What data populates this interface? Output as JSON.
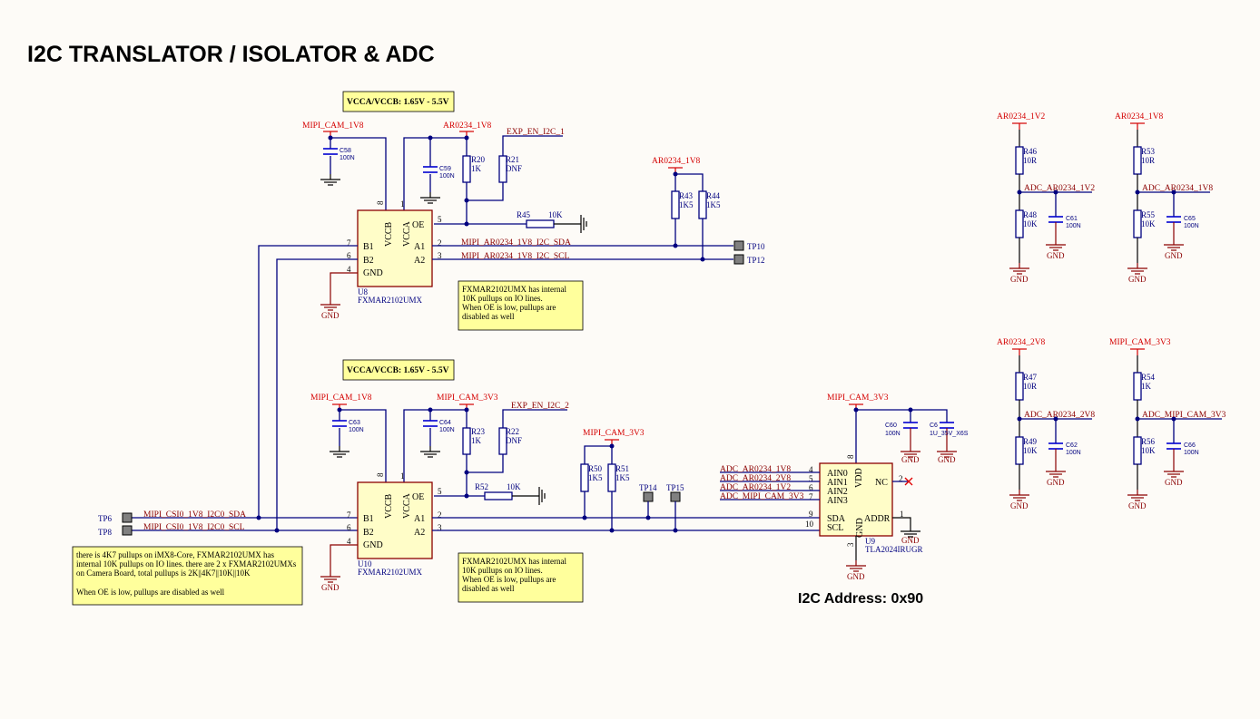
{
  "title": "I2C TRANSLATOR / ISOLATOR & ADC",
  "i2c_address_label": "I2C Address: 0x90",
  "notes": {
    "vcc_range_1": "VCCA/VCCB: 1.65V - 5.5V",
    "vcc_range_2": "VCCA/VCCB: 1.65V - 5.5V",
    "u8_pullups": [
      "FXMAR2102UMX has internal",
      "10K pullups on IO lines.",
      "When OE is low, pullups are",
      "disabled as well"
    ],
    "u10_pullups": [
      "FXMAR2102UMX has internal",
      "10K pullups on IO lines.",
      "When OE is low, pullups are",
      "disabled as well"
    ],
    "imx8_pullups": [
      "there is 4K7 pullups on iMX8-Core, FXMAR2102UMX has",
      "internal 10K pullups on IO lines. there are 2 x FXMAR2102UMXs",
      "on Camera Board, total pullups is 2K||4K7||10K||10K",
      "",
      "When OE is low, pullups are disabled as well"
    ]
  },
  "power_nets": {
    "mipi_cam_1v8": "MIPI_CAM_1V8",
    "ar0234_1v8": "AR0234_1V8",
    "mipi_cam_3v3": "MIPI_CAM_3V3",
    "ar0234_1v2": "AR0234_1V2",
    "ar0234_2v8": "AR0234_2V8",
    "gnd": "GND"
  },
  "nets": {
    "exp_en_i2c_1": "EXP_EN_I2C_1",
    "exp_en_i2c_2": "EXP_EN_I2C_2",
    "mipi_ar0234_sda": "MIPI_AR0234_1V8_I2C_SDA",
    "mipi_ar0234_scl": "MIPI_AR0234_1V8_I2C_SCL",
    "mipi_csi0_sda": "MIPI_CSI0_1V8_I2C0_SDA",
    "mipi_csi0_scl": "MIPI_CSI0_1V8_I2C0_SCL",
    "adc_1v8": "ADC_AR0234_1V8",
    "adc_2v8": "ADC_AR0234_2V8",
    "adc_1v2": "ADC_AR0234_1V2",
    "adc_3v3": "ADC_MIPI_CAM_3V3"
  },
  "components": {
    "u8": {
      "ref": "U8",
      "part": "FXMAR2102UMX"
    },
    "u10": {
      "ref": "U10",
      "part": "FXMAR2102UMX"
    },
    "u9": {
      "ref": "U9",
      "part": "TLA2024IRUGR"
    },
    "c58": {
      "ref": "C58",
      "value": "100N"
    },
    "c59": {
      "ref": "C59",
      "value": "100N"
    },
    "c63": {
      "ref": "C63",
      "value": "100N"
    },
    "c64": {
      "ref": "C64",
      "value": "100N"
    },
    "c60": {
      "ref": "C60",
      "value": "100N"
    },
    "c6": {
      "ref": "C6",
      "value": "1U_35V_X6S"
    },
    "c61": {
      "ref": "C61",
      "value": "100N"
    },
    "c65": {
      "ref": "C65",
      "value": "100N"
    },
    "c62": {
      "ref": "C62",
      "value": "100N"
    },
    "c66": {
      "ref": "C66",
      "value": "100N"
    },
    "r20": {
      "ref": "R20",
      "value": "1K"
    },
    "r21": {
      "ref": "R21",
      "value": "DNF"
    },
    "r45": {
      "ref": "R45",
      "value": "10K"
    },
    "r43": {
      "ref": "R43",
      "value": "1K5"
    },
    "r44": {
      "ref": "R44",
      "value": "1K5"
    },
    "r23": {
      "ref": "R23",
      "value": "1K"
    },
    "r22": {
      "ref": "R22",
      "value": "DNF"
    },
    "r52": {
      "ref": "R52",
      "value": "10K"
    },
    "r50": {
      "ref": "R50",
      "value": "1K5"
    },
    "r51": {
      "ref": "R51",
      "value": "1K5"
    },
    "r46": {
      "ref": "R46",
      "value": "10R"
    },
    "r48": {
      "ref": "R48",
      "value": "10K"
    },
    "r53": {
      "ref": "R53",
      "value": "10R"
    },
    "r55": {
      "ref": "R55",
      "value": "10K"
    },
    "r47": {
      "ref": "R47",
      "value": "10R"
    },
    "r49": {
      "ref": "R49",
      "value": "10K"
    },
    "r54": {
      "ref": "R54",
      "value": "1K"
    },
    "r56": {
      "ref": "R56",
      "value": "10K"
    }
  },
  "test_points": {
    "tp10": "TP10",
    "tp12": "TP12",
    "tp6": "TP6",
    "tp8": "TP8",
    "tp14": "TP14",
    "tp15": "TP15"
  },
  "translator_pins": {
    "vccb": "VCCB",
    "vcca": "VCCA",
    "oe": "OE",
    "b1": "B1",
    "b2": "B2",
    "gnd": "GND",
    "a1": "A1",
    "a2": "A2",
    "n_vccb": "8",
    "n_vcca": "1",
    "n_oe": "5",
    "n_b1": "7",
    "n_b2": "6",
    "n_gnd": "4",
    "n_a1": "2",
    "n_a2": "3"
  },
  "adc_pins": {
    "ain0": "AIN0",
    "ain1": "AIN1",
    "ain2": "AIN2",
    "ain3": "AIN3",
    "sda": "SDA",
    "scl": "SCL",
    "vdd": "VDD",
    "gnd": "GND",
    "nc": "NC",
    "addr": "ADDR",
    "n_ain0": "4",
    "n_ain1": "5",
    "n_ain2": "6",
    "n_ain3": "7",
    "n_sda": "9",
    "n_scl": "10",
    "n_vdd": "8",
    "n_gnd": "3",
    "n_nc": "2",
    "n_addr": "1"
  }
}
